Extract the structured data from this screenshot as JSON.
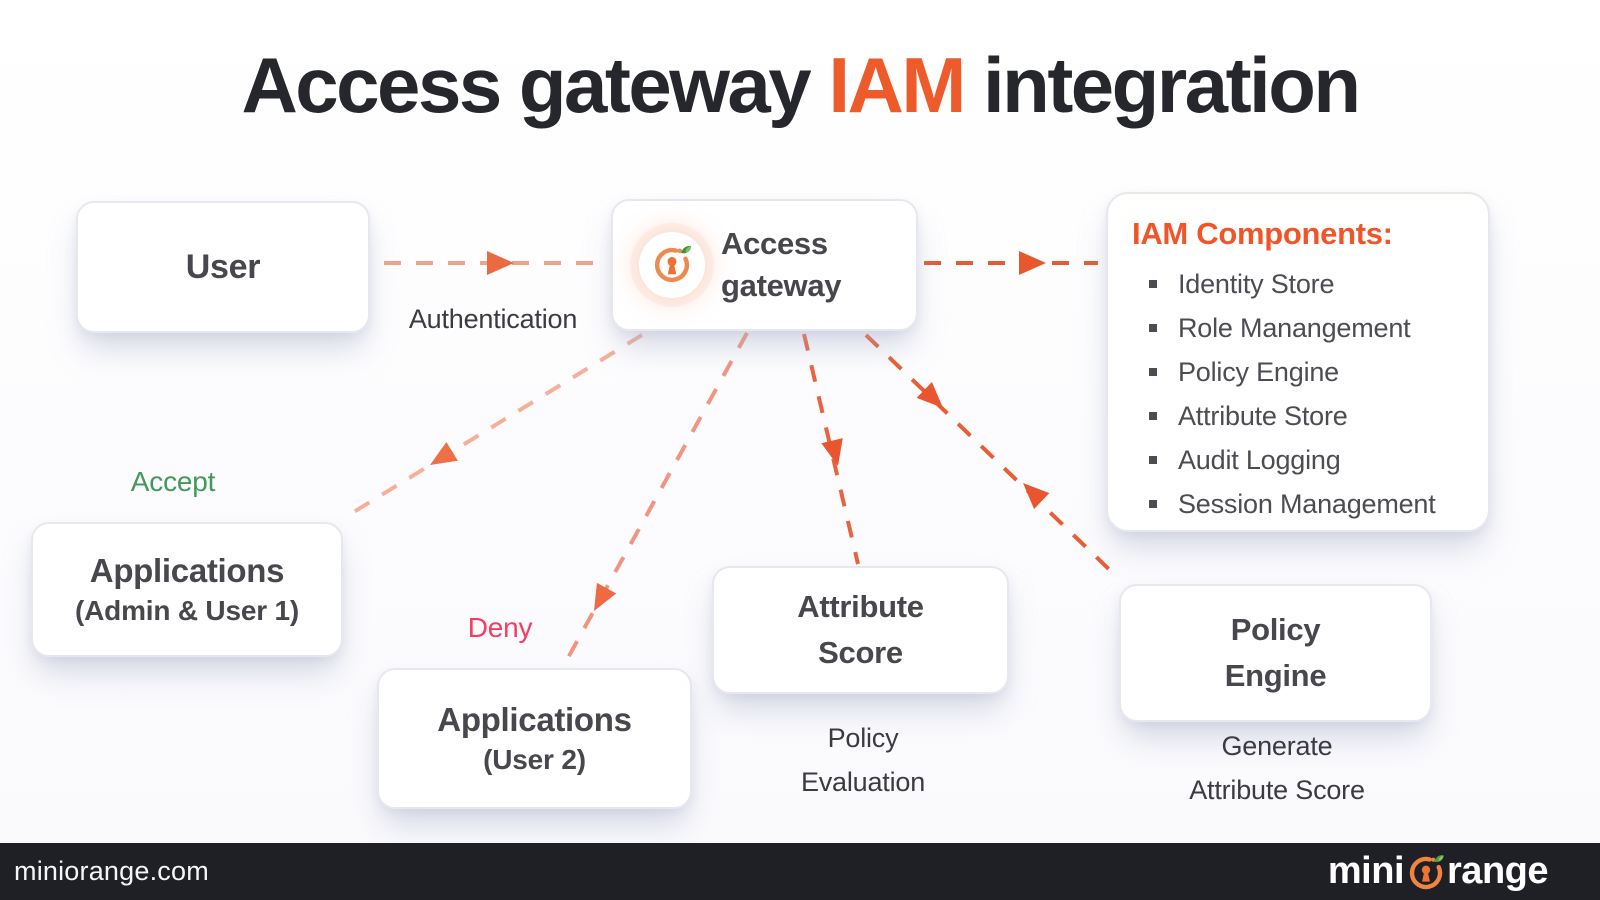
{
  "title": {
    "prefix": "Access gateway ",
    "highlight": "IAM",
    "suffix": " integration"
  },
  "nodes": {
    "user": {
      "label": "User"
    },
    "gateway": {
      "lines": [
        "Access",
        "gateway"
      ],
      "icon": "keyhole-orange-gateway-icon"
    },
    "iam": {
      "title": "IAM Components:",
      "items": [
        "Identity Store",
        "Role Manangement",
        "Policy Engine",
        "Attribute Store",
        "Audit Logging",
        "Session Management"
      ]
    },
    "apps_admin": {
      "lines": [
        "Applications",
        "(Admin & User 1)"
      ]
    },
    "apps_user2": {
      "lines": [
        "Applications",
        "(User 2)"
      ]
    },
    "attribute_score": {
      "lines": [
        "Attribute",
        "Score"
      ]
    },
    "policy_engine": {
      "lines": [
        "Policy",
        "Engine"
      ]
    }
  },
  "labels": {
    "authentication": "Authentication",
    "accept": "Accept",
    "deny": "Deny",
    "policy_evaluation": {
      "lines": [
        "Policy",
        "Evaluation"
      ]
    },
    "generate_attribute_score": {
      "lines": [
        "Generate",
        "Attribute Score"
      ]
    }
  },
  "footer": {
    "site": "miniorange.com",
    "brand_prefix": "mini",
    "brand_icon": "miniorange-keyhole-o-icon",
    "brand_suffix": "range"
  },
  "colors": {
    "title_dark": "#26262d",
    "accent_orange": "#ee5b2b",
    "iam_title_orange": "#f0552a",
    "arrow_orange": "#e85a31",
    "arrow_salmon_light": "#f5a98f",
    "arrow_salmon": "#f19078",
    "arrowhead_orange": "#ea6038",
    "accept_green": "#43995a",
    "deny_pink": "#f43d5f",
    "box_text_gray": "#47474d",
    "footer_bg": "#1f1f26"
  }
}
